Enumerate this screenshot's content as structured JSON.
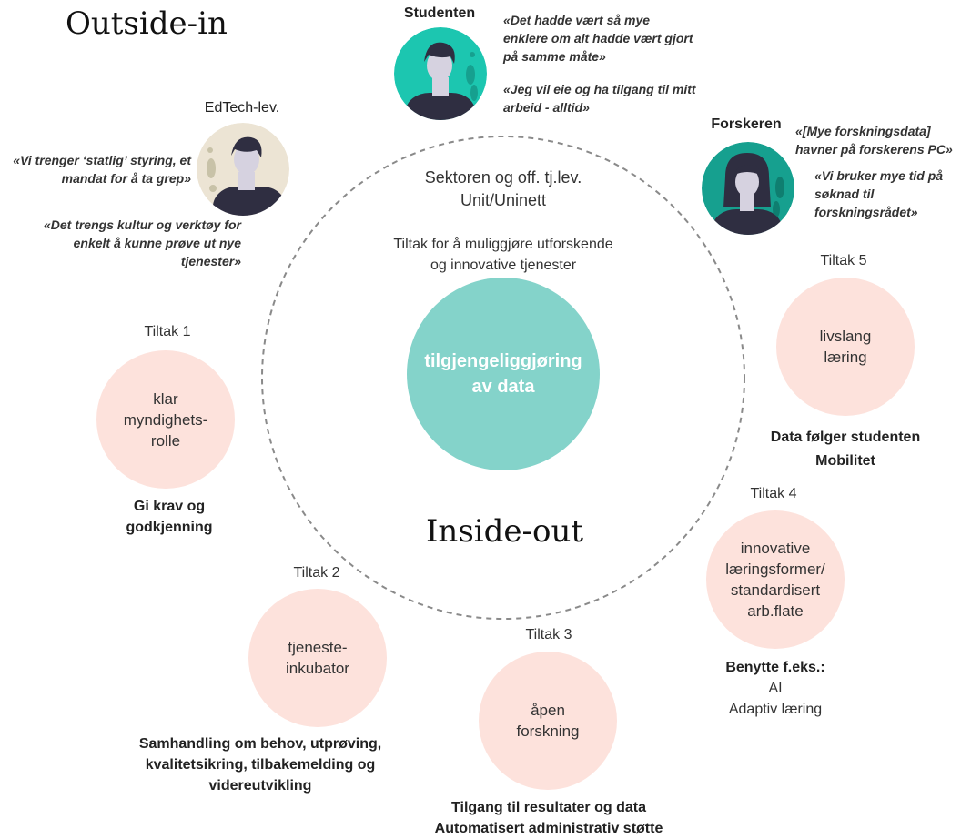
{
  "titles": {
    "outside": "Outside-in",
    "inside": "Inside-out"
  },
  "center": {
    "top_lines": [
      "Sektoren og off. tj.lev.",
      "Unit/Uninett"
    ],
    "mid_lines": [
      "Tiltak for å muliggjøre utforskende",
      "og innovative tjenester"
    ],
    "circle_lines": [
      "tilgjengeliggjøring",
      "av data"
    ]
  },
  "stakeholders": {
    "studenten": {
      "name": "Studenten",
      "quotes": [
        [
          "«Det hadde vært så mye",
          "enklere om alt hadde vært gjort",
          "på samme måte»"
        ],
        [
          "«Jeg vil eie og ha tilgang til mitt",
          "arbeid - alltid»"
        ]
      ]
    },
    "edtech": {
      "name": "EdTech-lev.",
      "quotes": [
        [
          "«Vi trenger ‘statlig’ styring, et",
          "mandat for å ta grep»"
        ],
        [
          "«Det trengs kultur og verktøy for",
          "enkelt å kunne prøve ut nye",
          "tjenester»"
        ]
      ]
    },
    "forskeren": {
      "name": "Forskeren",
      "quotes": [
        [
          "«[Mye forskningsdata]",
          "havner på forskerens PC»"
        ],
        [
          "«Vi bruker mye tid på",
          "søknad til",
          "forskningsrådet»"
        ]
      ]
    }
  },
  "tiltak": [
    {
      "label": "Tiltak 1",
      "circle": [
        "klar",
        "myndighets-",
        "rolle"
      ],
      "notes": [
        [
          "Gi krav og",
          true
        ],
        [
          "godkjenning",
          true
        ]
      ]
    },
    {
      "label": "Tiltak 2",
      "circle": [
        "tjeneste-",
        "inkubator"
      ],
      "notes": [
        [
          "Samhandling om behov, utprøving,",
          true
        ],
        [
          "kvalitetsikring, tilbakemelding og",
          true
        ],
        [
          "videreutvikling",
          true
        ]
      ]
    },
    {
      "label": "Tiltak 3",
      "circle": [
        "åpen",
        "forskning"
      ],
      "notes": [
        [
          "Tilgang til resultater og data",
          true
        ],
        [
          "Automatisert administrativ støtte",
          true
        ]
      ]
    },
    {
      "label": "Tiltak 4",
      "circle": [
        "innovative",
        "læringsformer/",
        "standardisert",
        "arb.flate"
      ],
      "notes": [
        [
          "Benytte f.eks.:",
          true
        ],
        [
          "AI",
          false
        ],
        [
          "Adaptiv læring",
          false
        ]
      ]
    },
    {
      "label": "Tiltak 5",
      "circle": [
        "livslang",
        "læring"
      ],
      "notes": [
        [
          "Data følger studenten",
          true
        ],
        [
          "Mobilitet",
          true
        ]
      ]
    }
  ],
  "colors": {
    "pink_circle": "#fde2dc",
    "teal_circle": "#84d3ca",
    "avatar_teal": "#1cc6b0",
    "avatar_dark_teal": "#16a08f",
    "avatar_beige": "#ece4d4",
    "dashed_ring": "#8a8a8a"
  }
}
